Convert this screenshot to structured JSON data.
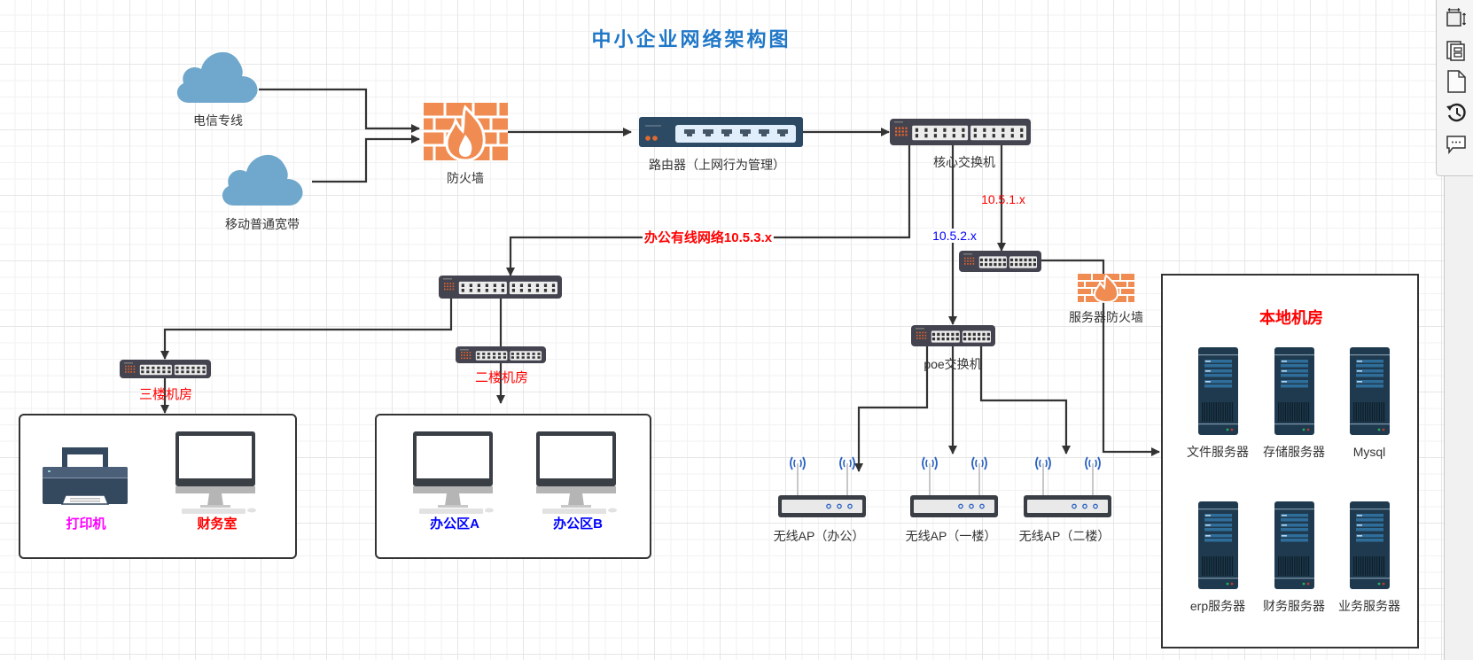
{
  "title": "中小企业网络架构图",
  "colors": {
    "title": "#1f77c8",
    "cloud": "#6fa8cc",
    "firewall": "#f08c52",
    "device_dark": "#444450",
    "router_body": "#2c4a63",
    "server_body": "#1f3a4e",
    "line": "#333333",
    "red": "#ff0000",
    "blue": "#0000ff",
    "magenta": "#ff00ff"
  },
  "nodes": {
    "isp_telecom": "电信专线",
    "isp_mobile": "移动普通宽带",
    "firewall": "防火墙",
    "router": "路由器（上网行为管理）",
    "core_switch": "核心交换机",
    "poe_switch": "poe交换机",
    "server_firewall": "服务器防火墙",
    "floor3_room": "三楼机房",
    "floor2_room": "二楼机房"
  },
  "edge_labels": {
    "office_wired": "办公有线网络10.5.3.x",
    "subnet_51": "10.5.1.x",
    "subnet_52": "10.5.2.x"
  },
  "groups": {
    "floor3": {
      "devices": [
        {
          "type": "printer-icon",
          "label": "打印机"
        },
        {
          "type": "desktop-icon",
          "label": "财务室"
        }
      ]
    },
    "floor2": {
      "devices": [
        {
          "type": "desktop-icon",
          "label": "办公区A"
        },
        {
          "type": "desktop-icon",
          "label": "办公区B"
        }
      ]
    },
    "datacenter": {
      "title": "本地机房",
      "servers": [
        "文件服务器",
        "存储服务器",
        "Mysql",
        "erp服务器",
        "财务服务器",
        "业务服务器"
      ]
    }
  },
  "access_points": [
    "无线AP（办公）",
    "无线AP（一楼）",
    "无线AP（二楼）"
  ],
  "toolbar": [
    {
      "icon": "fit-page-icon",
      "tooltip": ""
    },
    {
      "icon": "format-panel-icon",
      "tooltip": ""
    },
    {
      "icon": "page-icon",
      "tooltip": ""
    },
    {
      "icon": "history-icon",
      "tooltip": ""
    },
    {
      "icon": "comment-icon",
      "tooltip": ""
    }
  ]
}
